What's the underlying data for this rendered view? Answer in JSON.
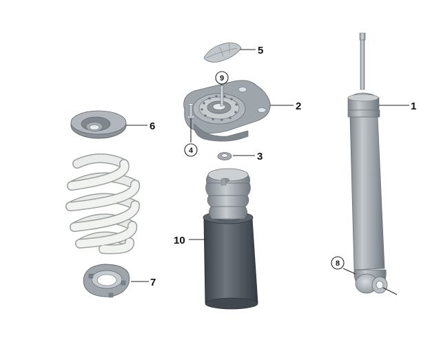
{
  "diagram": {
    "parts": [
      {
        "key": "shock_absorber",
        "label": "1"
      },
      {
        "key": "strut_mount",
        "label": "2"
      },
      {
        "key": "washer",
        "label": "3"
      },
      {
        "key": "mount_bolt",
        "label": "4"
      },
      {
        "key": "mount_cap",
        "label": "5"
      },
      {
        "key": "upper_spring_pad",
        "label": "6"
      },
      {
        "key": "lower_spring_pad",
        "label": "7"
      },
      {
        "key": "bushing",
        "label": "8"
      },
      {
        "key": "mount_nut",
        "label": "9"
      },
      {
        "key": "dust_boot",
        "label": "10"
      }
    ],
    "colors": {
      "metal_dark": "#7e858c",
      "metal_mid": "#a3a9af",
      "metal_light": "#d3d7da",
      "rubber_dark": "#3f454c",
      "rubber_mid": "#6b727a",
      "spring": "#e8ebe9",
      "spring_edge": "#9aa09c"
    }
  }
}
